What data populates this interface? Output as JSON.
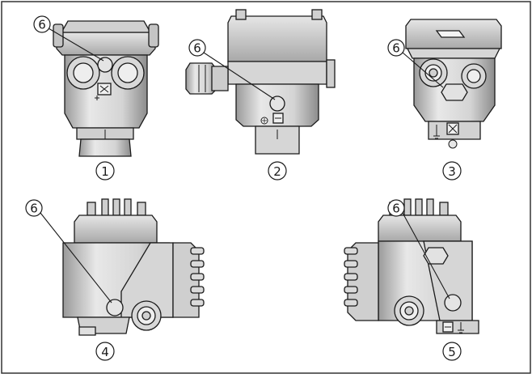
{
  "callouts": {
    "ref_6": "6",
    "housing_1": "1",
    "housing_2": "2",
    "housing_3": "3",
    "housing_4": "4",
    "housing_5": "5"
  },
  "colors": {
    "frame": "#333333",
    "fill_dark": "#bdbdbd",
    "fill_light": "#e6e6e6",
    "fill_mid": "#d2d2d2",
    "line": "#1a1a1a"
  }
}
